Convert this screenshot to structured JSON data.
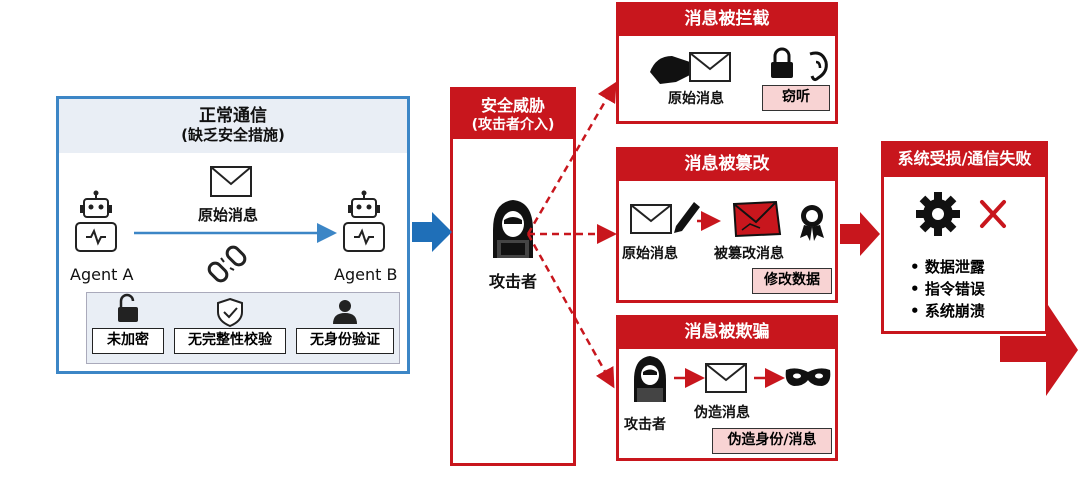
{
  "left_panel": {
    "title": "正常通信",
    "subtitle": "(缺乏安全措施)",
    "message_label": "原始消息",
    "agent_a": "Agent A",
    "agent_b": "Agent B",
    "weaknesses": [
      "未加密",
      "无完整性校验",
      "无身份验证"
    ]
  },
  "middle": {
    "title": "安全威胁",
    "subtitle": "(攻击者介入)",
    "attacker_label": "攻击者"
  },
  "cards": {
    "intercept": {
      "title": "消息被拦截",
      "msg_label": "原始消息",
      "tag": "窃听"
    },
    "tamper": {
      "title": "消息被篡改",
      "msg_label": "原始消息",
      "tampered_label": "被篡改消息",
      "tag": "修改数据"
    },
    "spoof": {
      "title": "消息被欺骗",
      "attacker_label": "攻击者",
      "forged_label": "伪造消息",
      "tag": "伪造身份/消息"
    }
  },
  "result": {
    "title": "系统受损/通信失败",
    "items": [
      "数据泄露",
      "指令错误",
      "系统崩溃"
    ]
  },
  "colors": {
    "red": "#c8161d",
    "blue": "#3c86c6",
    "panel_bg": "#e9eef5"
  }
}
